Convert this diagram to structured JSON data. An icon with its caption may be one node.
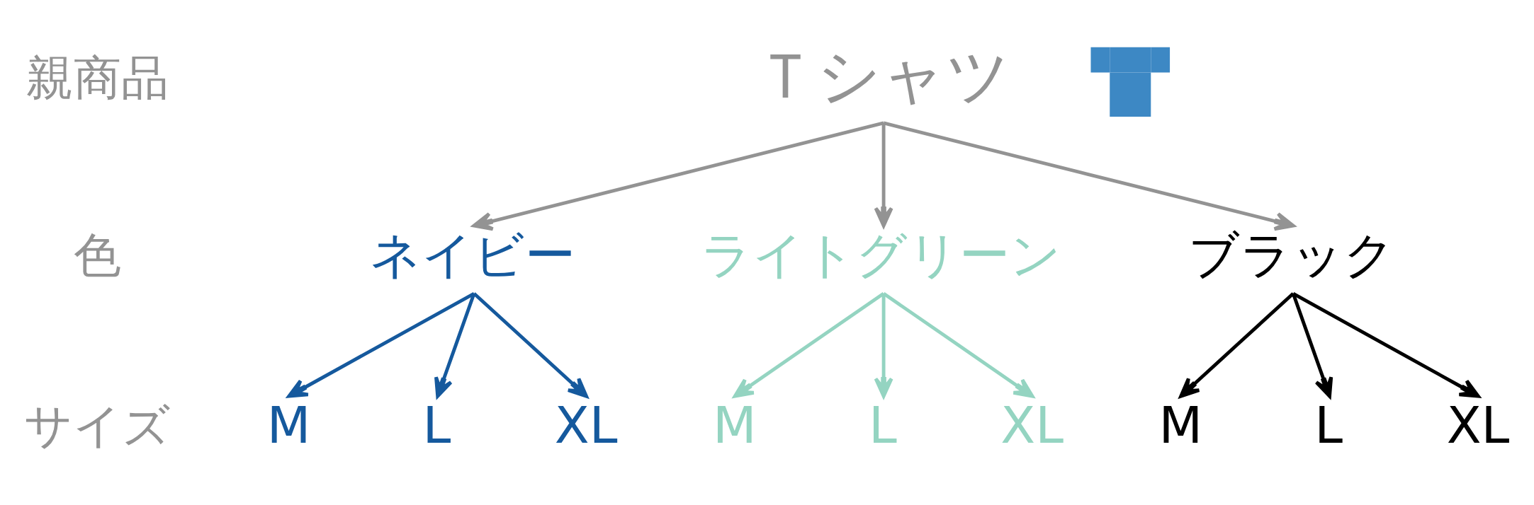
{
  "diagram": {
    "nodes": [
      {
        "text": [
          "Ｔシャツ"
        ]
      },
      {
        "text": [],
        "shape": "picture"
      },
      {
        "text": [
          "ネイビー"
        ]
      },
      {
        "text": [
          "ライトグリーン"
        ]
      },
      {
        "text": [
          "ブラック"
        ]
      },
      {
        "text": [
          "M"
        ]
      },
      {
        "text": [
          "L"
        ]
      },
      {
        "text": [
          "XL"
        ]
      },
      {
        "text": [
          "M"
        ]
      },
      {
        "text": [
          "L"
        ]
      },
      {
        "text": [
          "XL"
        ]
      },
      {
        "text": [
          "M"
        ]
      },
      {
        "text": [
          "L"
        ]
      },
      {
        "text": [
          "XL"
        ]
      }
    ],
    "edges": [
      {
        "from": 0,
        "to": 2,
        "arrow": "to",
        "color": "#939393"
      },
      {
        "from": 0,
        "to": 3,
        "arrow": "to",
        "color": "#939393"
      },
      {
        "from": 0,
        "to": 4,
        "arrow": "to",
        "color": "#939393"
      },
      {
        "from": 2,
        "to": 5,
        "arrow": "to",
        "color": "#15599d"
      },
      {
        "from": 2,
        "to": 6,
        "arrow": "to",
        "color": "#15599d"
      },
      {
        "from": 2,
        "to": 7,
        "arrow": "to",
        "color": "#15599d"
      },
      {
        "from": 3,
        "to": 8,
        "arrow": "to",
        "color": "#94d4c1"
      },
      {
        "from": 3,
        "to": 9,
        "arrow": "to",
        "color": "#94d4c1"
      },
      {
        "from": 3,
        "to": 10,
        "arrow": "to",
        "color": "#94d4c1"
      },
      {
        "from": 4,
        "to": 11,
        "arrow": "to",
        "color": "#000000"
      },
      {
        "from": 4,
        "to": 12,
        "arrow": "to",
        "color": "#000000"
      },
      {
        "from": 4,
        "to": 13,
        "arrow": "to",
        "color": "#000000"
      }
    ],
    "labels": [
      "親商品",
      "色",
      "サイズ"
    ]
  }
}
